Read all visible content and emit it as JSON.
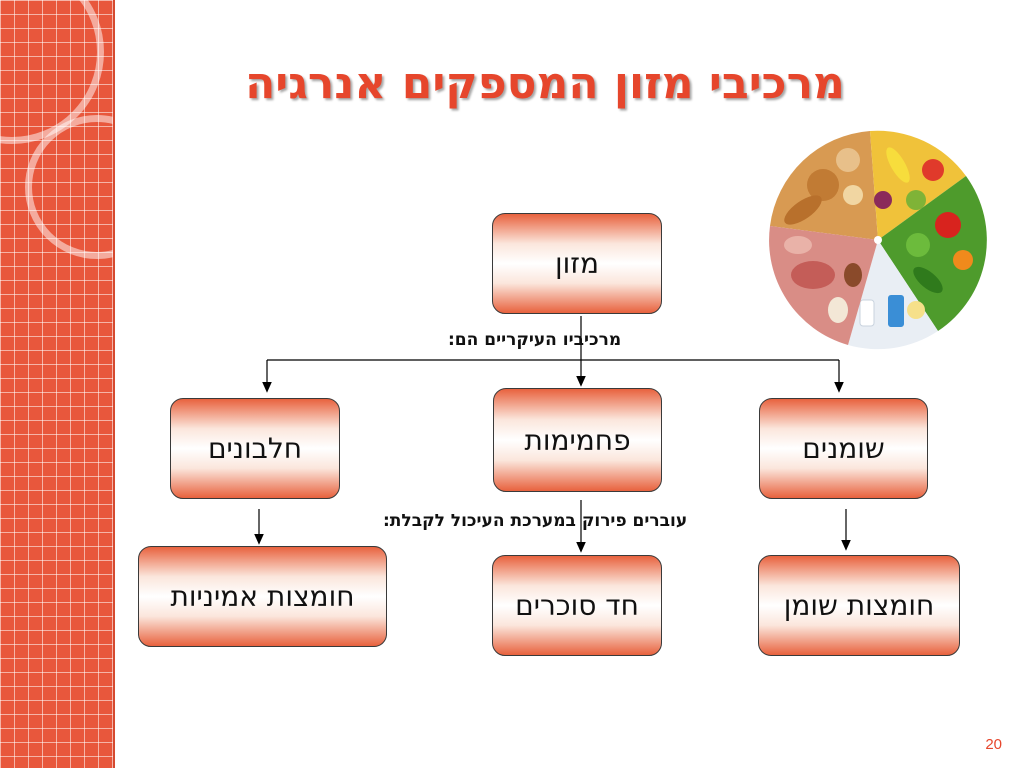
{
  "title": "מרכיבי מזון המספקים אנרגיה",
  "nodes": {
    "food": "מזון",
    "carbohydrates": "פחמימות",
    "proteins": "חלבונים",
    "fats": "שומנים",
    "amino_acids": "חומצות אמיניות",
    "simple_sugars": "חד סוכרים",
    "fatty_acids": "חומצות שומן"
  },
  "captions": {
    "main_components": "מרכיביו העיקריים הם:",
    "digestion": "עוברים פירוק במערכת העיכול לקבלת:"
  },
  "page_number": "20",
  "colors": {
    "accent": "#e6462c",
    "side_strip": "#e8573c",
    "node_gradient_edge": "#e8623e"
  },
  "image": "food-groups-plate"
}
